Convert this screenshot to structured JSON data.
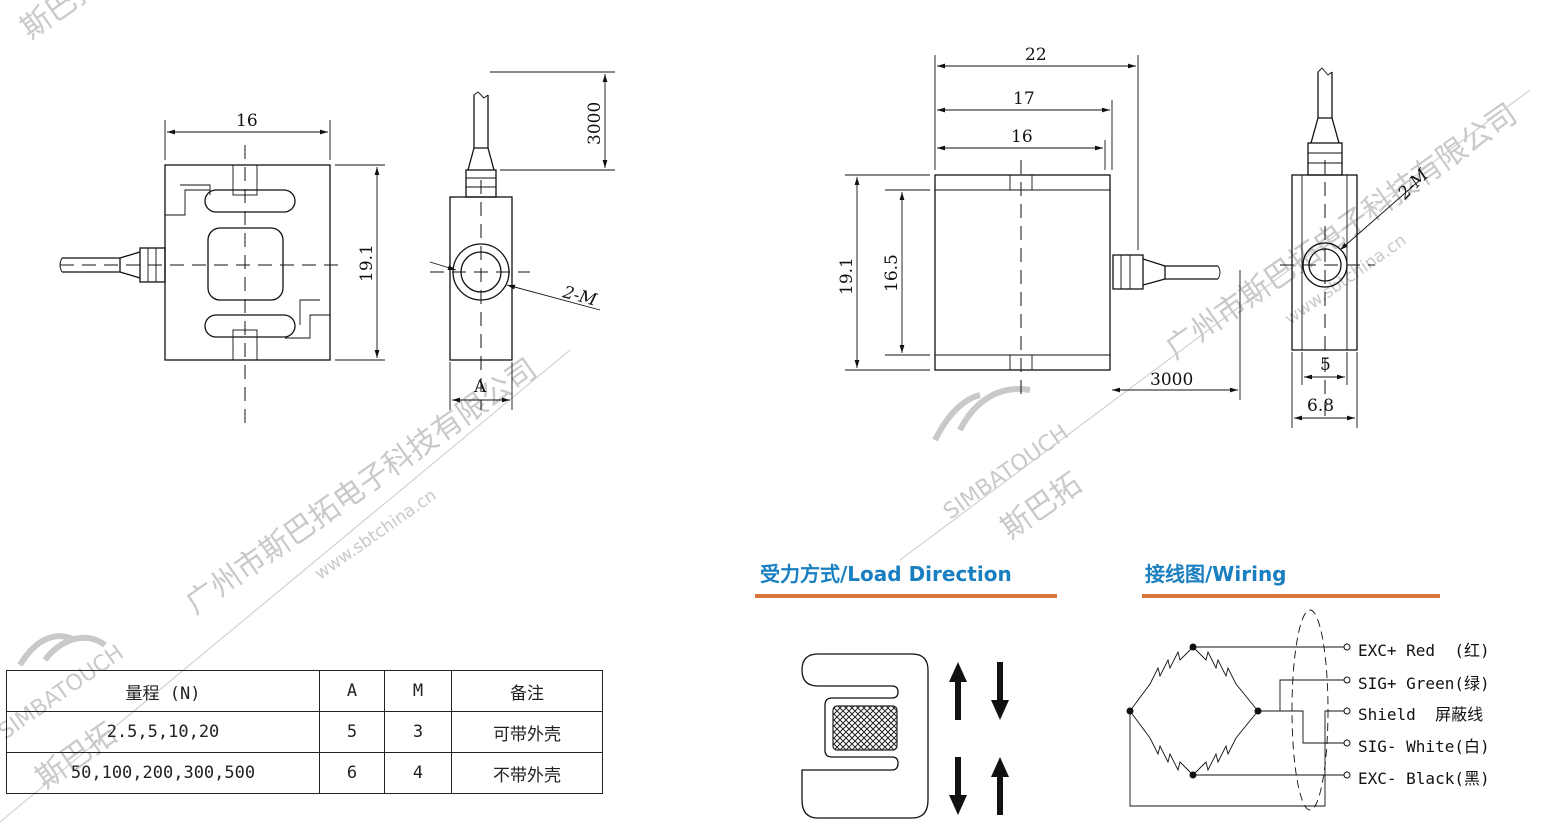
{
  "left_drawing": {
    "width_dim": "16",
    "height_dim": "19.1",
    "cable_dim": "3000",
    "hole_label": "2-M",
    "a_label": "A"
  },
  "right_drawing": {
    "dim_22": "22",
    "dim_17": "17",
    "dim_16": "16",
    "dim_19_1": "19.1",
    "dim_16_5": "16.5",
    "cable_dim": "3000",
    "hole_label": "2-M",
    "dim_5": "5",
    "dim_6_8": "6.8"
  },
  "watermark": {
    "company": "广州市斯巴拓电子科技有限公司",
    "website": "www.sbtchina.cn",
    "brand_en": "SIMBATOUCH",
    "brand_cn": "斯巴拓"
  },
  "load_direction": {
    "title": "受力方式/Load Direction",
    "accent": "#d9773a",
    "title_color": "#1a7fc1"
  },
  "wiring": {
    "title": "接线图/Wiring",
    "lines": [
      "EXC+ Red  (红)",
      "SIG+ Green(绿)",
      "Shield  屏蔽线",
      "SIG- White(白)",
      "EXC- Black(黑)"
    ]
  },
  "spec_table": {
    "headers": [
      "量程 (N)",
      "A",
      "M",
      "备注"
    ],
    "rows": [
      [
        "2.5,5,10,20",
        "5",
        "3",
        "可带外壳"
      ],
      [
        "50,100,200,300,500",
        "6",
        "4",
        "不带外壳"
      ]
    ]
  }
}
